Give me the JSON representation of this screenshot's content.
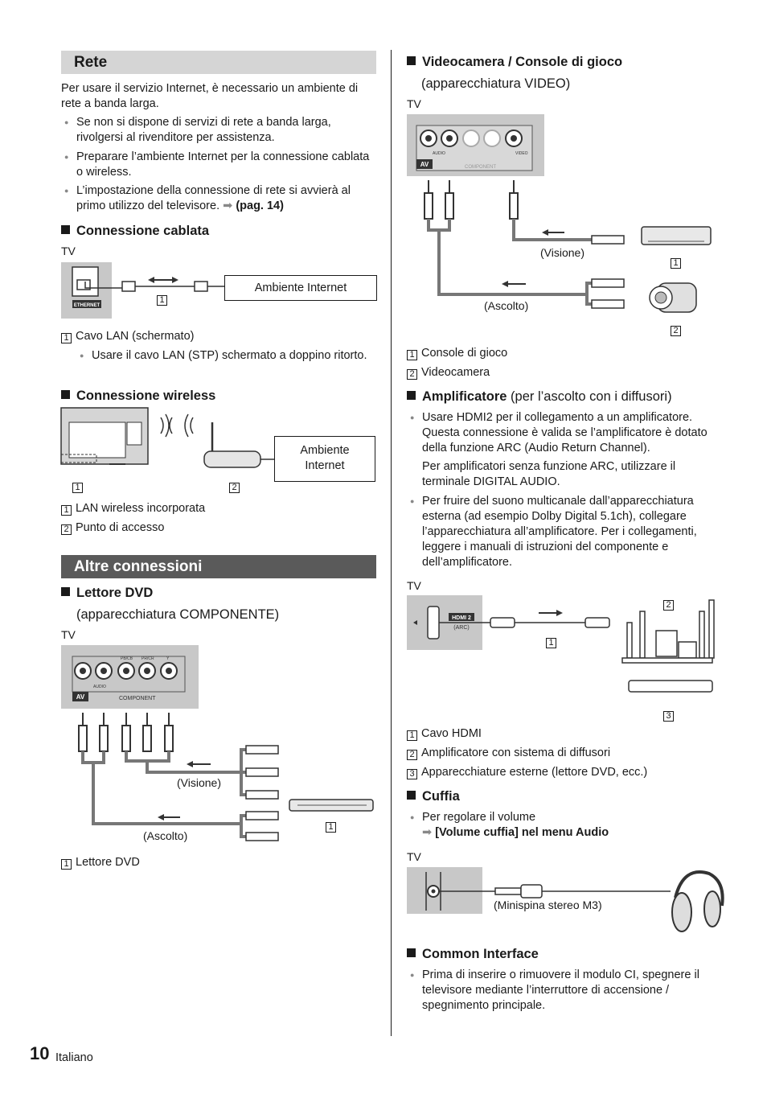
{
  "page": {
    "number": "10",
    "language": "Italiano"
  },
  "rete": {
    "title": "Rete",
    "intro": "Per usare il servizio Internet, è necessario un ambiente di rete a banda larga.",
    "bullets": [
      "Se non si dispone di servizi di rete a banda larga, rivolgersi al rivenditore per assistenza.",
      "Preparare l’ambiente Internet per la connessione cablata o wireless.",
      "L’impostazione della connessione di rete si avvierà al primo utilizzo del televisore."
    ],
    "page_ref": "(pag. 14)",
    "wired": {
      "heading": "Connessione cablata",
      "tv_label": "TV",
      "port_label": "ETHERNET",
      "internet_label": "Ambiente Internet",
      "marker": "1",
      "legend": [
        {
          "num": "1",
          "text": "Cavo LAN (schermato)"
        }
      ],
      "note": "Usare il cavo LAN (STP) schermato a doppino ritorto."
    },
    "wireless": {
      "heading": "Connessione wireless",
      "internet_label_1": "Ambiente",
      "internet_label_2": "Internet",
      "markers": [
        "1",
        "2"
      ],
      "legend": [
        {
          "num": "1",
          "text": "LAN wireless incorporata"
        },
        {
          "num": "2",
          "text": "Punto di accesso"
        }
      ]
    }
  },
  "altre": {
    "title": "Altre connessioni",
    "dvd": {
      "heading": "Lettore DVD",
      "subheading": "(apparecchiatura COMPONENTE)",
      "tv_label": "TV",
      "panel": {
        "av": "AV",
        "audio": "AUDIO",
        "component": "COMPONENT",
        "pb": "PB/CB",
        "pr": "PR/CR",
        "y": "Y"
      },
      "visione": "(Visione)",
      "ascolto": "(Ascolto)",
      "marker": "1",
      "legend": [
        {
          "num": "1",
          "text": "Lettore DVD"
        }
      ]
    },
    "video": {
      "heading": "Videocamera / Console di gioco",
      "subheading": "(apparecchiatura VIDEO)",
      "tv_label": "TV",
      "panel": {
        "av": "AV",
        "audio": "AUDIO",
        "component": "COMPONENT",
        "video": "VIDEO"
      },
      "visione": "(Visione)",
      "ascolto": "(Ascolto)",
      "markers": [
        "1",
        "2"
      ],
      "legend": [
        {
          "num": "1",
          "text": "Console di gioco"
        },
        {
          "num": "2",
          "text": "Videocamera"
        }
      ]
    },
    "amp": {
      "heading": "Amplificatore",
      "heading_suffix": "(per l’ascolto con i diffusori)",
      "bullet1": "Usare HDMI2 per il collegamento a un amplificatore. Questa connessione è valida se l’amplificatore è dotato della funzione ARC (Audio Return Channel).",
      "bullet1_cont": "Per amplificatori senza funzione ARC, utilizzare il terminale DIGITAL AUDIO.",
      "bullet2": "Per fruire del suono multicanale dall’apparecchiatura esterna (ad esempio Dolby Digital 5.1ch), collegare l’apparecchiatura all’amplificatore. Per i collegamenti, leggere i manuali di istruzioni del componente e dell’amplificatore.",
      "tv_label": "TV",
      "port": "HDMI 2",
      "arc": "(ARC)",
      "markers": [
        "1",
        "2",
        "3"
      ],
      "legend": [
        {
          "num": "1",
          "text": "Cavo HDMI"
        },
        {
          "num": "2",
          "text": "Amplificatore con sistema di diffusori"
        },
        {
          "num": "3",
          "text": "Apparecchiature esterne (lettore DVD, ecc.)"
        }
      ]
    },
    "cuffia": {
      "heading": "Cuffia",
      "bullet": "Per regolare il volume",
      "menu_ref": "[Volume cuffia] nel menu Audio",
      "tv_label": "TV",
      "plug": "(Minispina stereo M3)"
    },
    "ci": {
      "heading": "Common Interface",
      "bullet": "Prima di inserire o rimuovere il modulo CI, spegnere il televisore mediante l’interruttore di accensione / spegnimento principale."
    }
  },
  "colors": {
    "bar_light": "#d5d5d5",
    "bar_dark": "#5a5a5a",
    "panel": "#c8c8c8"
  },
  "icons": [
    "ref-arrow-icon",
    "bullet-icon",
    "square-icon"
  ]
}
